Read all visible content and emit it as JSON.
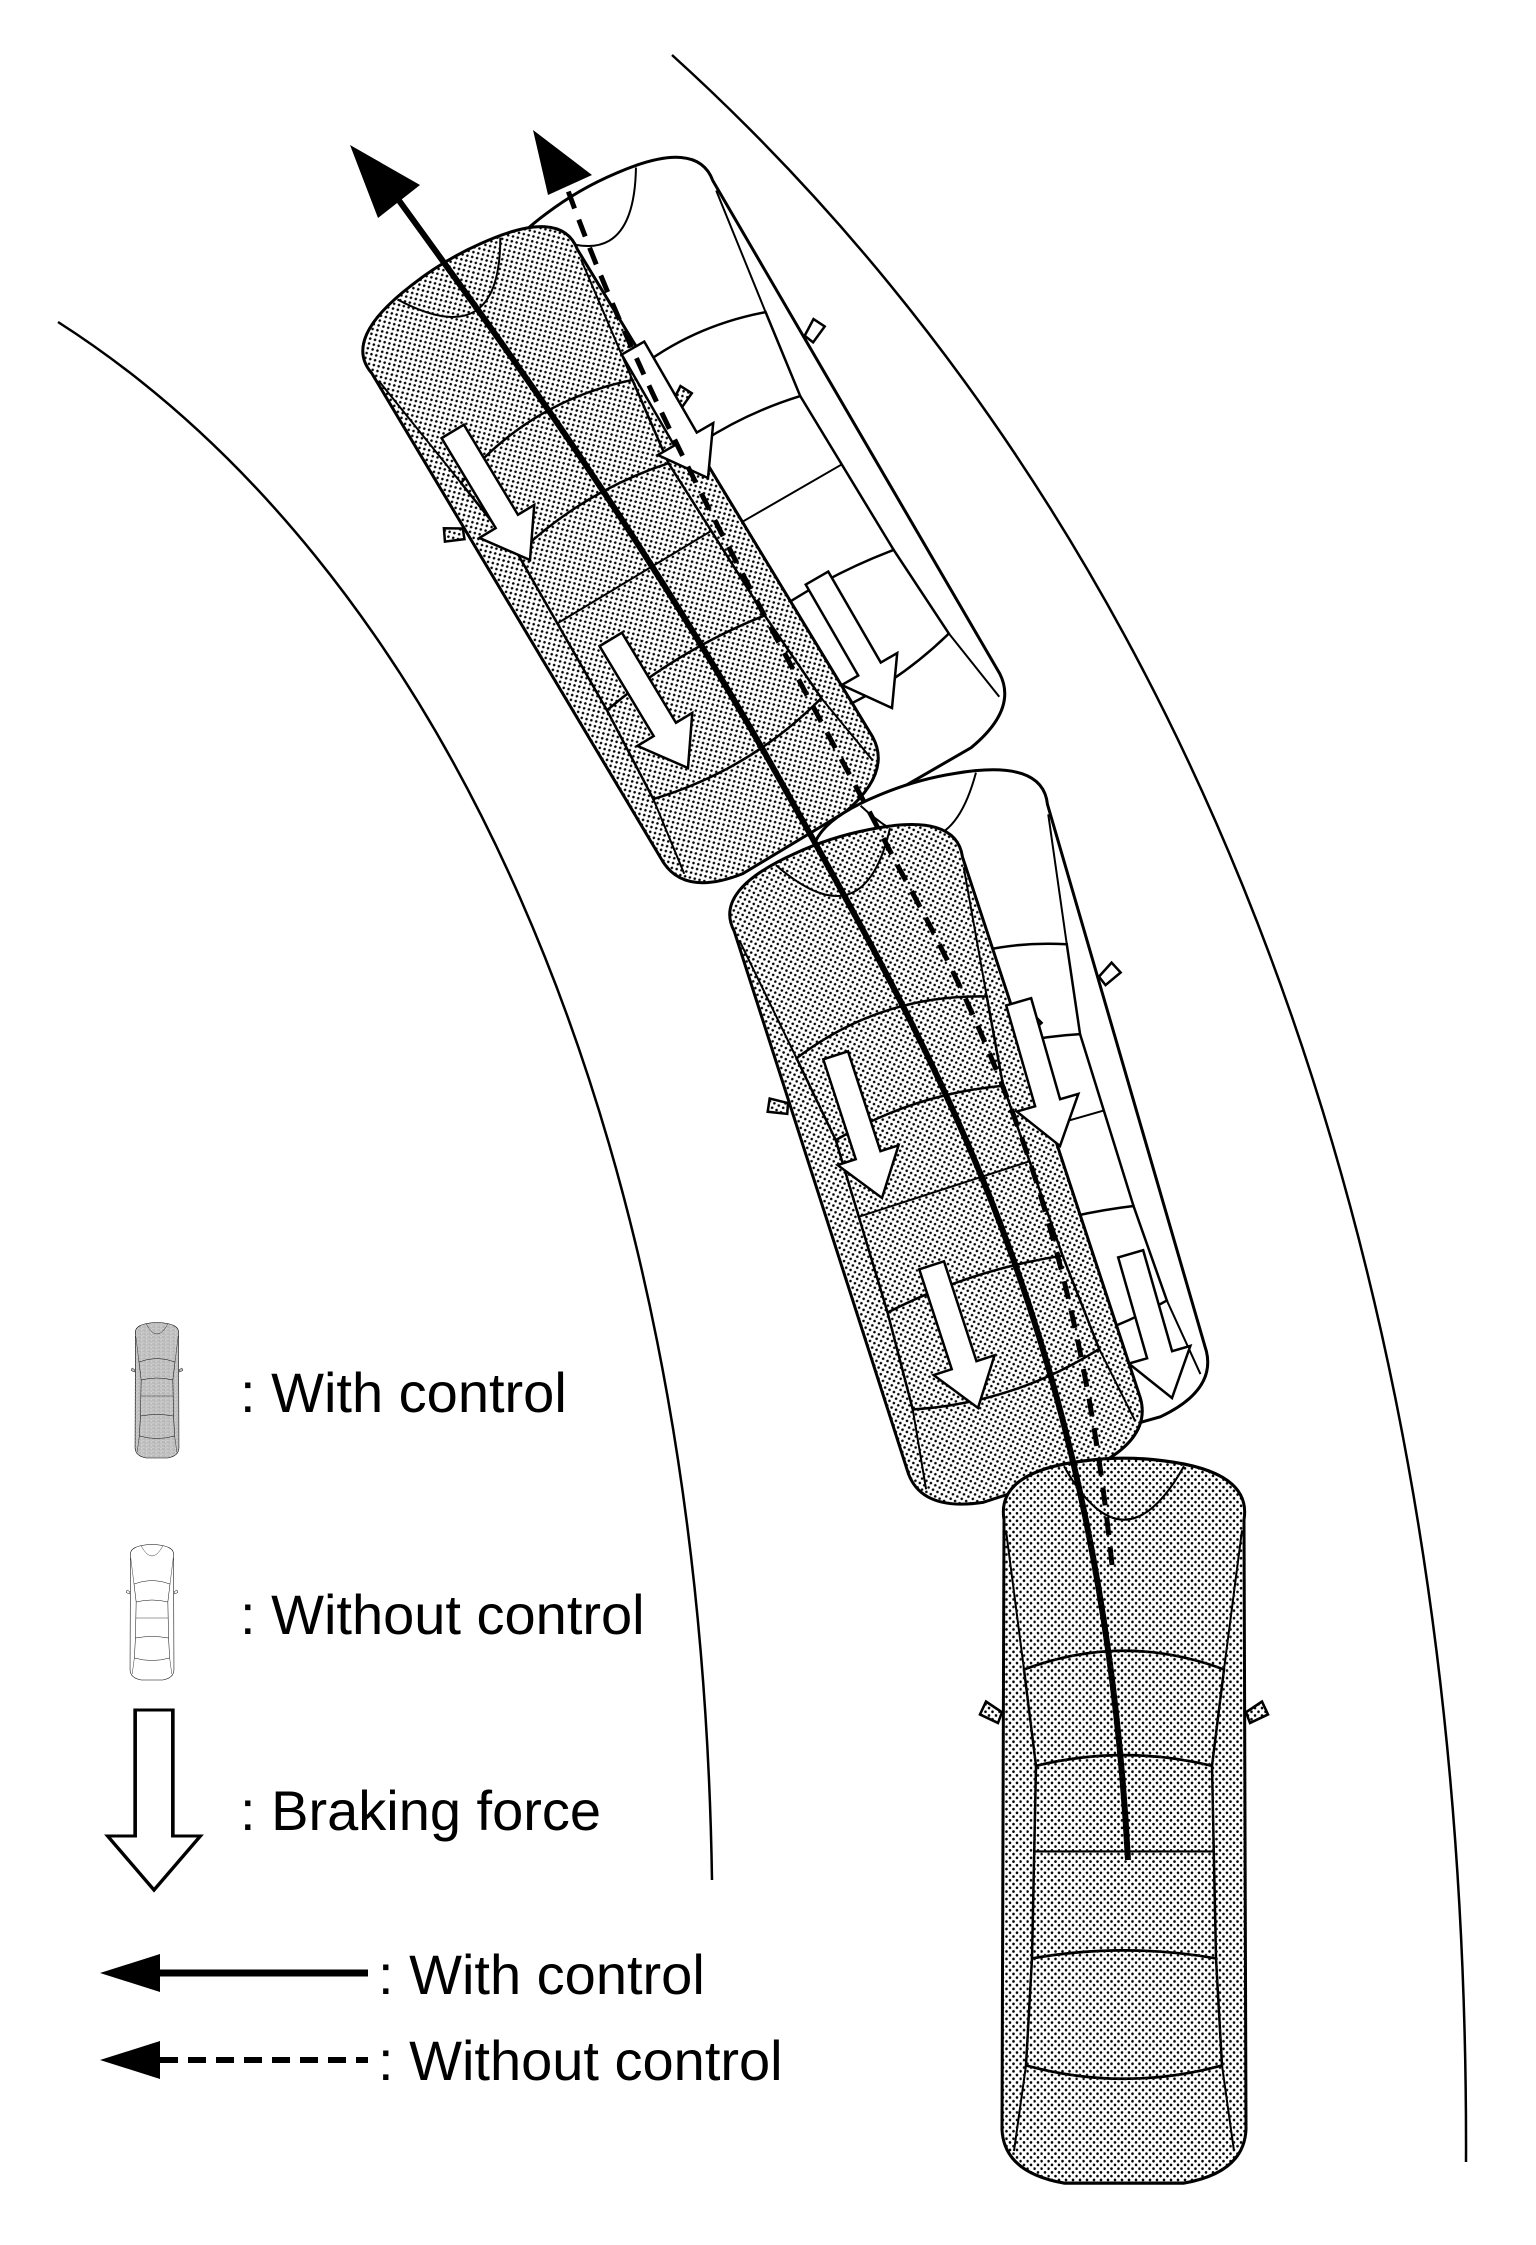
{
  "legend": {
    "car_with_control": ": With control",
    "car_without_control": ": Without control",
    "braking_force": ": Braking force",
    "path_with_control": ": With control",
    "path_without_control": ": Without control"
  },
  "colors": {
    "ink": "#000000",
    "paper": "#ffffff",
    "hatch_fill": "#c8c8c8"
  }
}
